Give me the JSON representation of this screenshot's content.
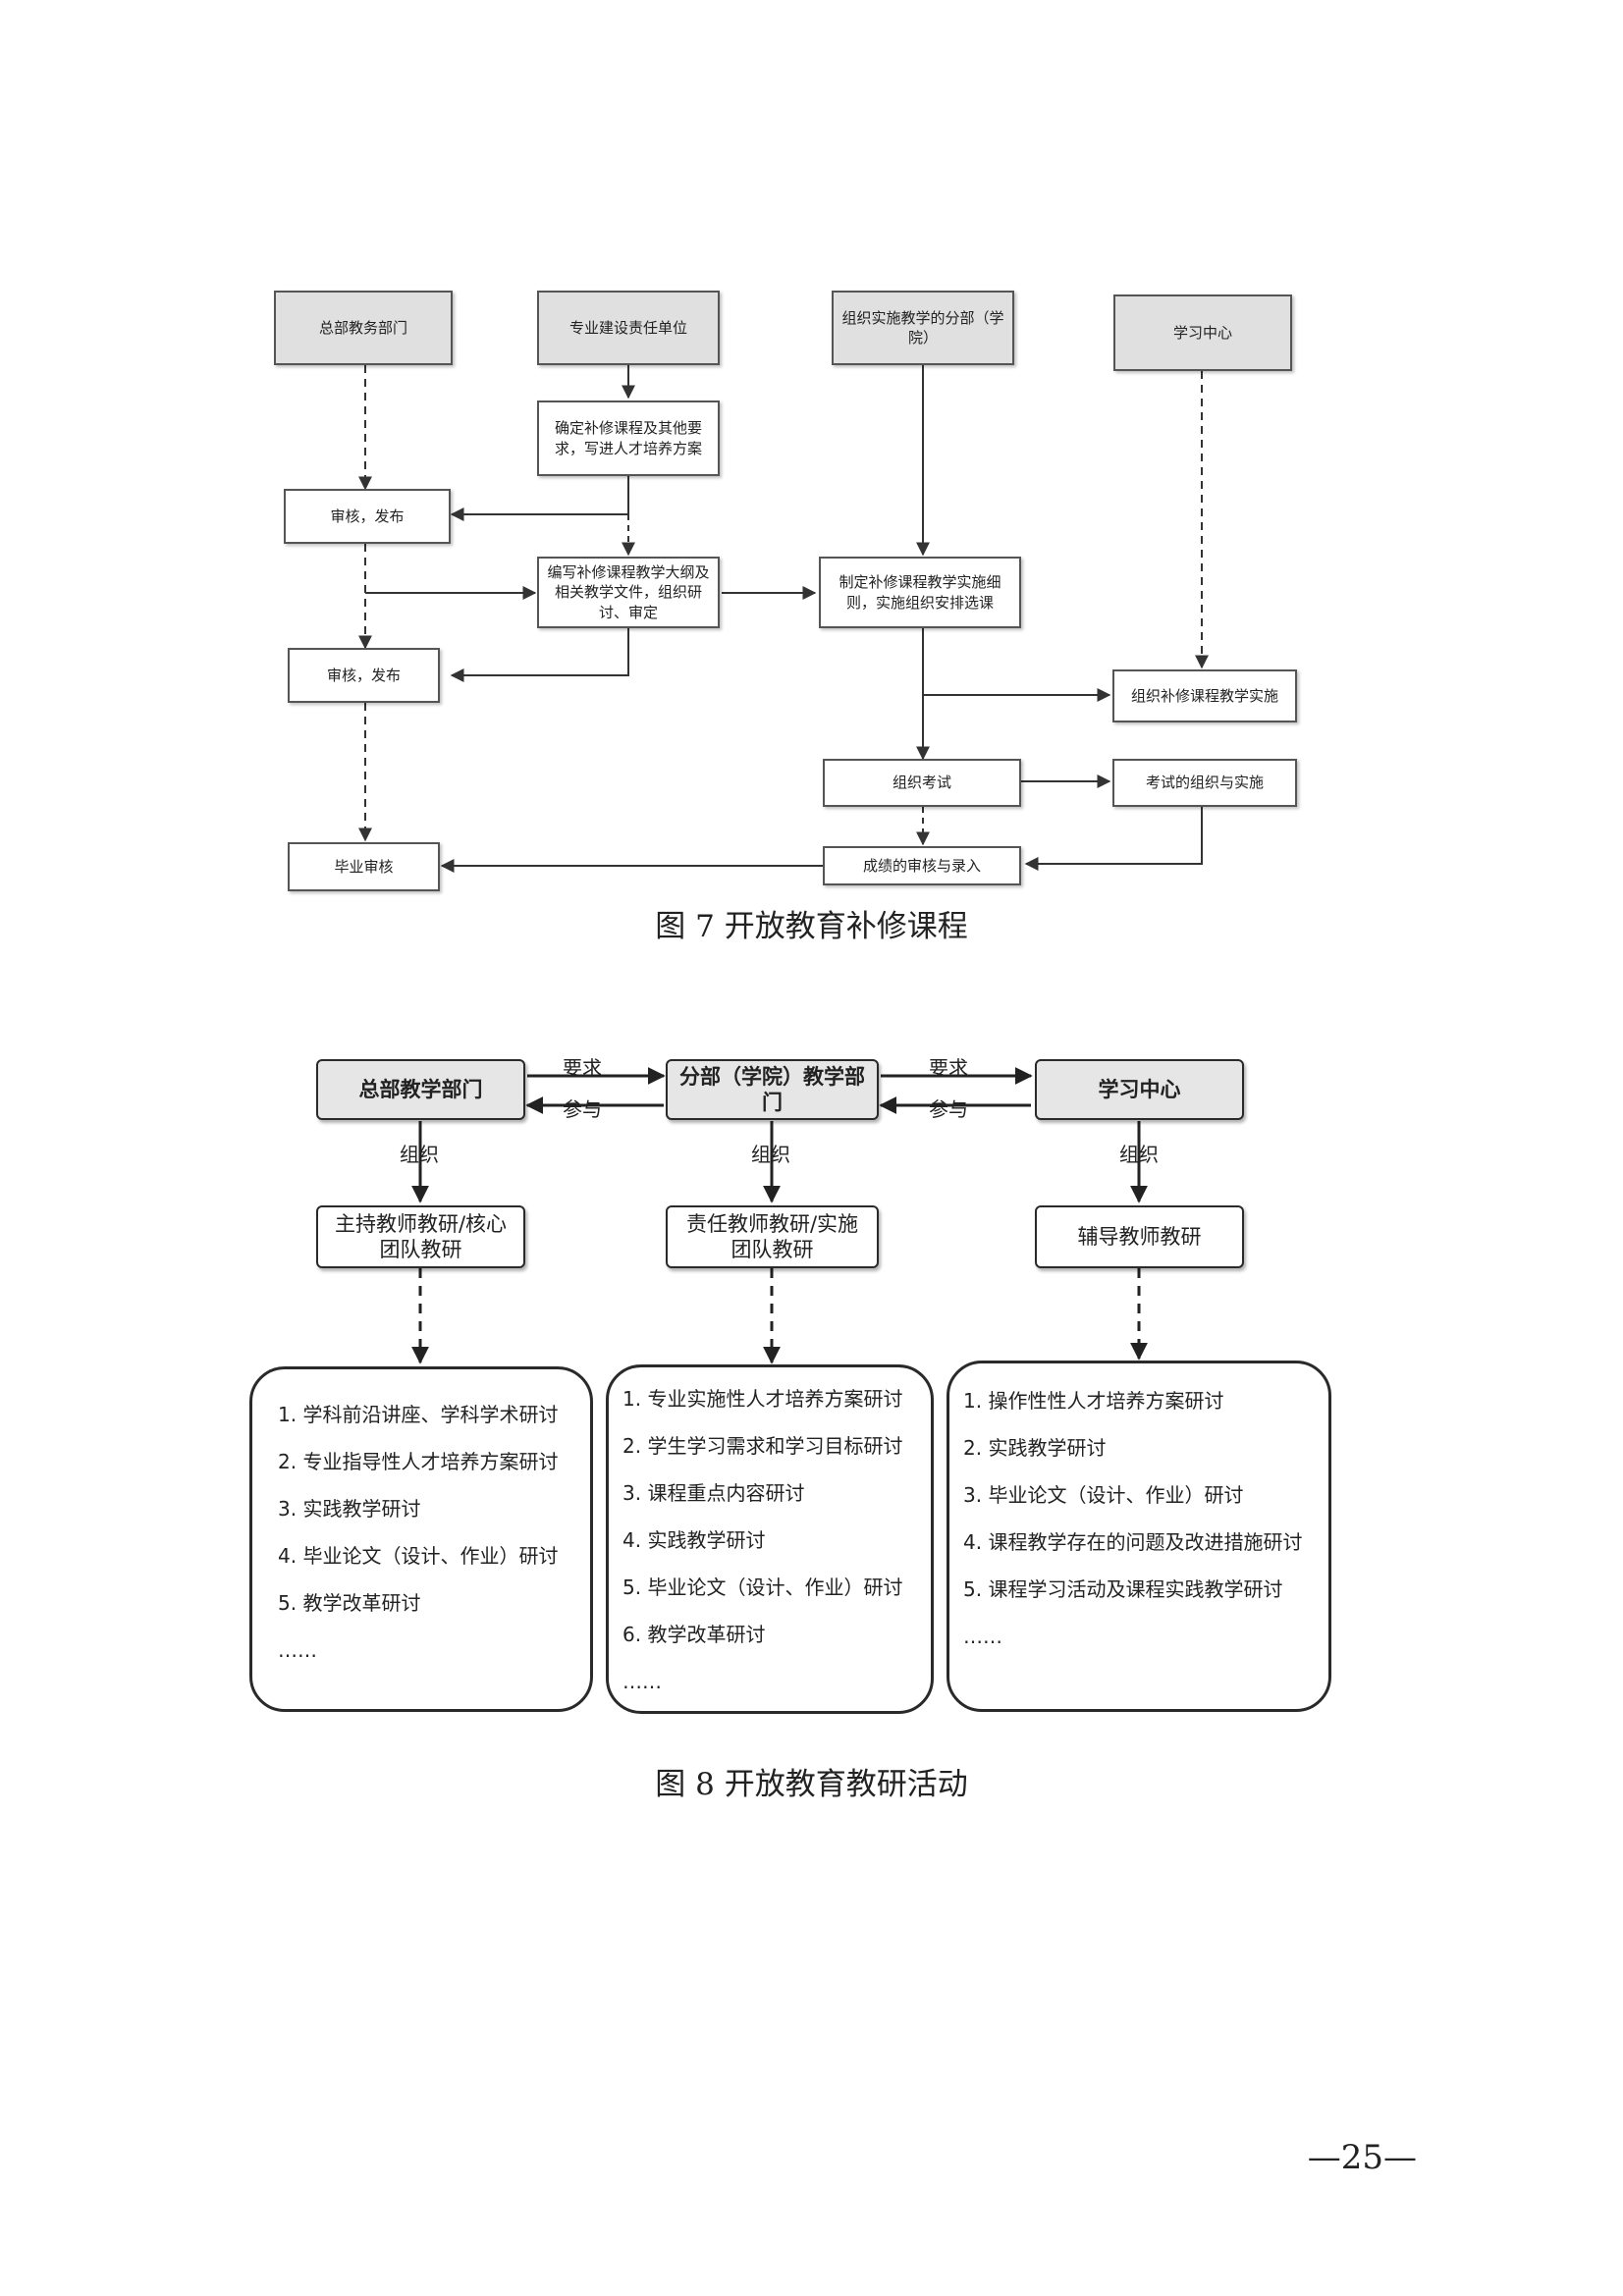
{
  "figure7": {
    "caption": "图 7  开放教育补修课程",
    "nodes": {
      "hq_academic": "总部教务部门",
      "major_unit": "专业建设责任单位",
      "branch_org": "组织实施教学的分部（学院）",
      "learning_center": "学习中心",
      "confirm_courses": "确定补修课程及其他要求，写进人才培养方案",
      "review1": "审核，发布",
      "write_syllabus": "编写补修课程教学大纲及相关教学文件，组织研讨、审定",
      "make_rules": "制定补修课程教学实施细则，实施组织安排选课",
      "review2": "审核，发布",
      "organize_teaching": "组织补修课程教学实施",
      "organize_exam": "组织考试",
      "exam_impl": "考试的组织与实施",
      "grade_review": "成绩的审核与录入",
      "grad_review": "毕业审核"
    }
  },
  "figure8": {
    "caption": "图 8  开放教育教研活动",
    "top": {
      "hq": "总部教学部门",
      "branch": "分部（学院）教学部门",
      "center": "学习中心"
    },
    "edge_labels": {
      "require1": "要求",
      "participate1": "参与",
      "require2": "要求",
      "participate2": "参与",
      "organize1": "组织",
      "organize2": "组织",
      "organize3": "组织"
    },
    "mid": {
      "hq": "主持教师教研/核心团队教研",
      "branch": "责任教师教研/实施团队教研",
      "center": "辅导教师教研"
    },
    "lists": {
      "hq": [
        "1. 学科前沿讲座、学科学术研讨",
        "2. 专业指导性人才培养方案研讨",
        "3. 实践教学研讨",
        "4. 毕业论文（设计、作业）研讨",
        "5. 教学改革研讨",
        "……"
      ],
      "branch": [
        "1. 专业实施性人才培养方案研讨",
        "2. 学生学习需求和学习目标研讨",
        "3. 课程重点内容研讨",
        "4. 实践教学研讨",
        "5. 毕业论文（设计、作业）研讨",
        "6. 教学改革研讨",
        "……"
      ],
      "center": [
        "1. 操作性性人才培养方案研讨",
        "2. 实践教学研讨",
        "3. 毕业论文（设计、作业）研讨",
        "4. 课程教学存在的问题及改进措施研讨",
        "5. 课程学习活动及课程实践教学研讨",
        "……"
      ]
    }
  },
  "page_number": "—25—"
}
